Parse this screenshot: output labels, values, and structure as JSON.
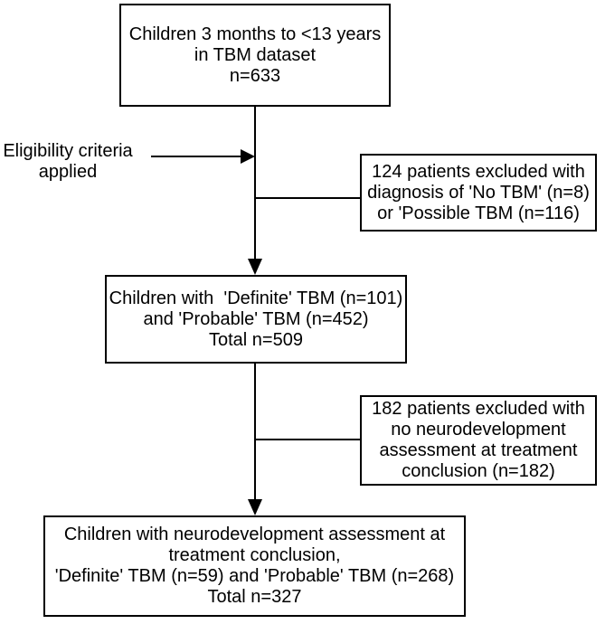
{
  "flowchart": {
    "boxes": {
      "top": {
        "lines": [
          "Children 3 months to <13 years",
          "in TBM dataset",
          "n=633"
        ]
      },
      "excluded_1": {
        "lines": [
          "124 patients excluded with",
          "diagnosis of 'No TBM' (n=8)",
          "or 'Possible TBM (n=116)"
        ]
      },
      "middle": {
        "lines": [
          "Children with  'Definite' TBM (n=101)",
          "and 'Probable' TBM (n=452)",
          "Total n=509"
        ]
      },
      "excluded_2": {
        "lines": [
          "182 patients excluded with",
          "no neurodevelopment",
          "assessment at treatment",
          "conclusion (n=182)"
        ]
      },
      "bottom": {
        "lines": [
          "Children with neurodevelopment assessment at",
          "treatment conclusion,",
          "'Definite' TBM (n=59) and 'Probable' TBM (n=268)",
          "Total n=327"
        ]
      }
    },
    "labels": {
      "eligibility": {
        "lines": [
          "Eligibility criteria",
          "applied"
        ]
      }
    },
    "colors": {
      "line": "#000000",
      "text": "#000000",
      "background": "#ffffff"
    }
  }
}
